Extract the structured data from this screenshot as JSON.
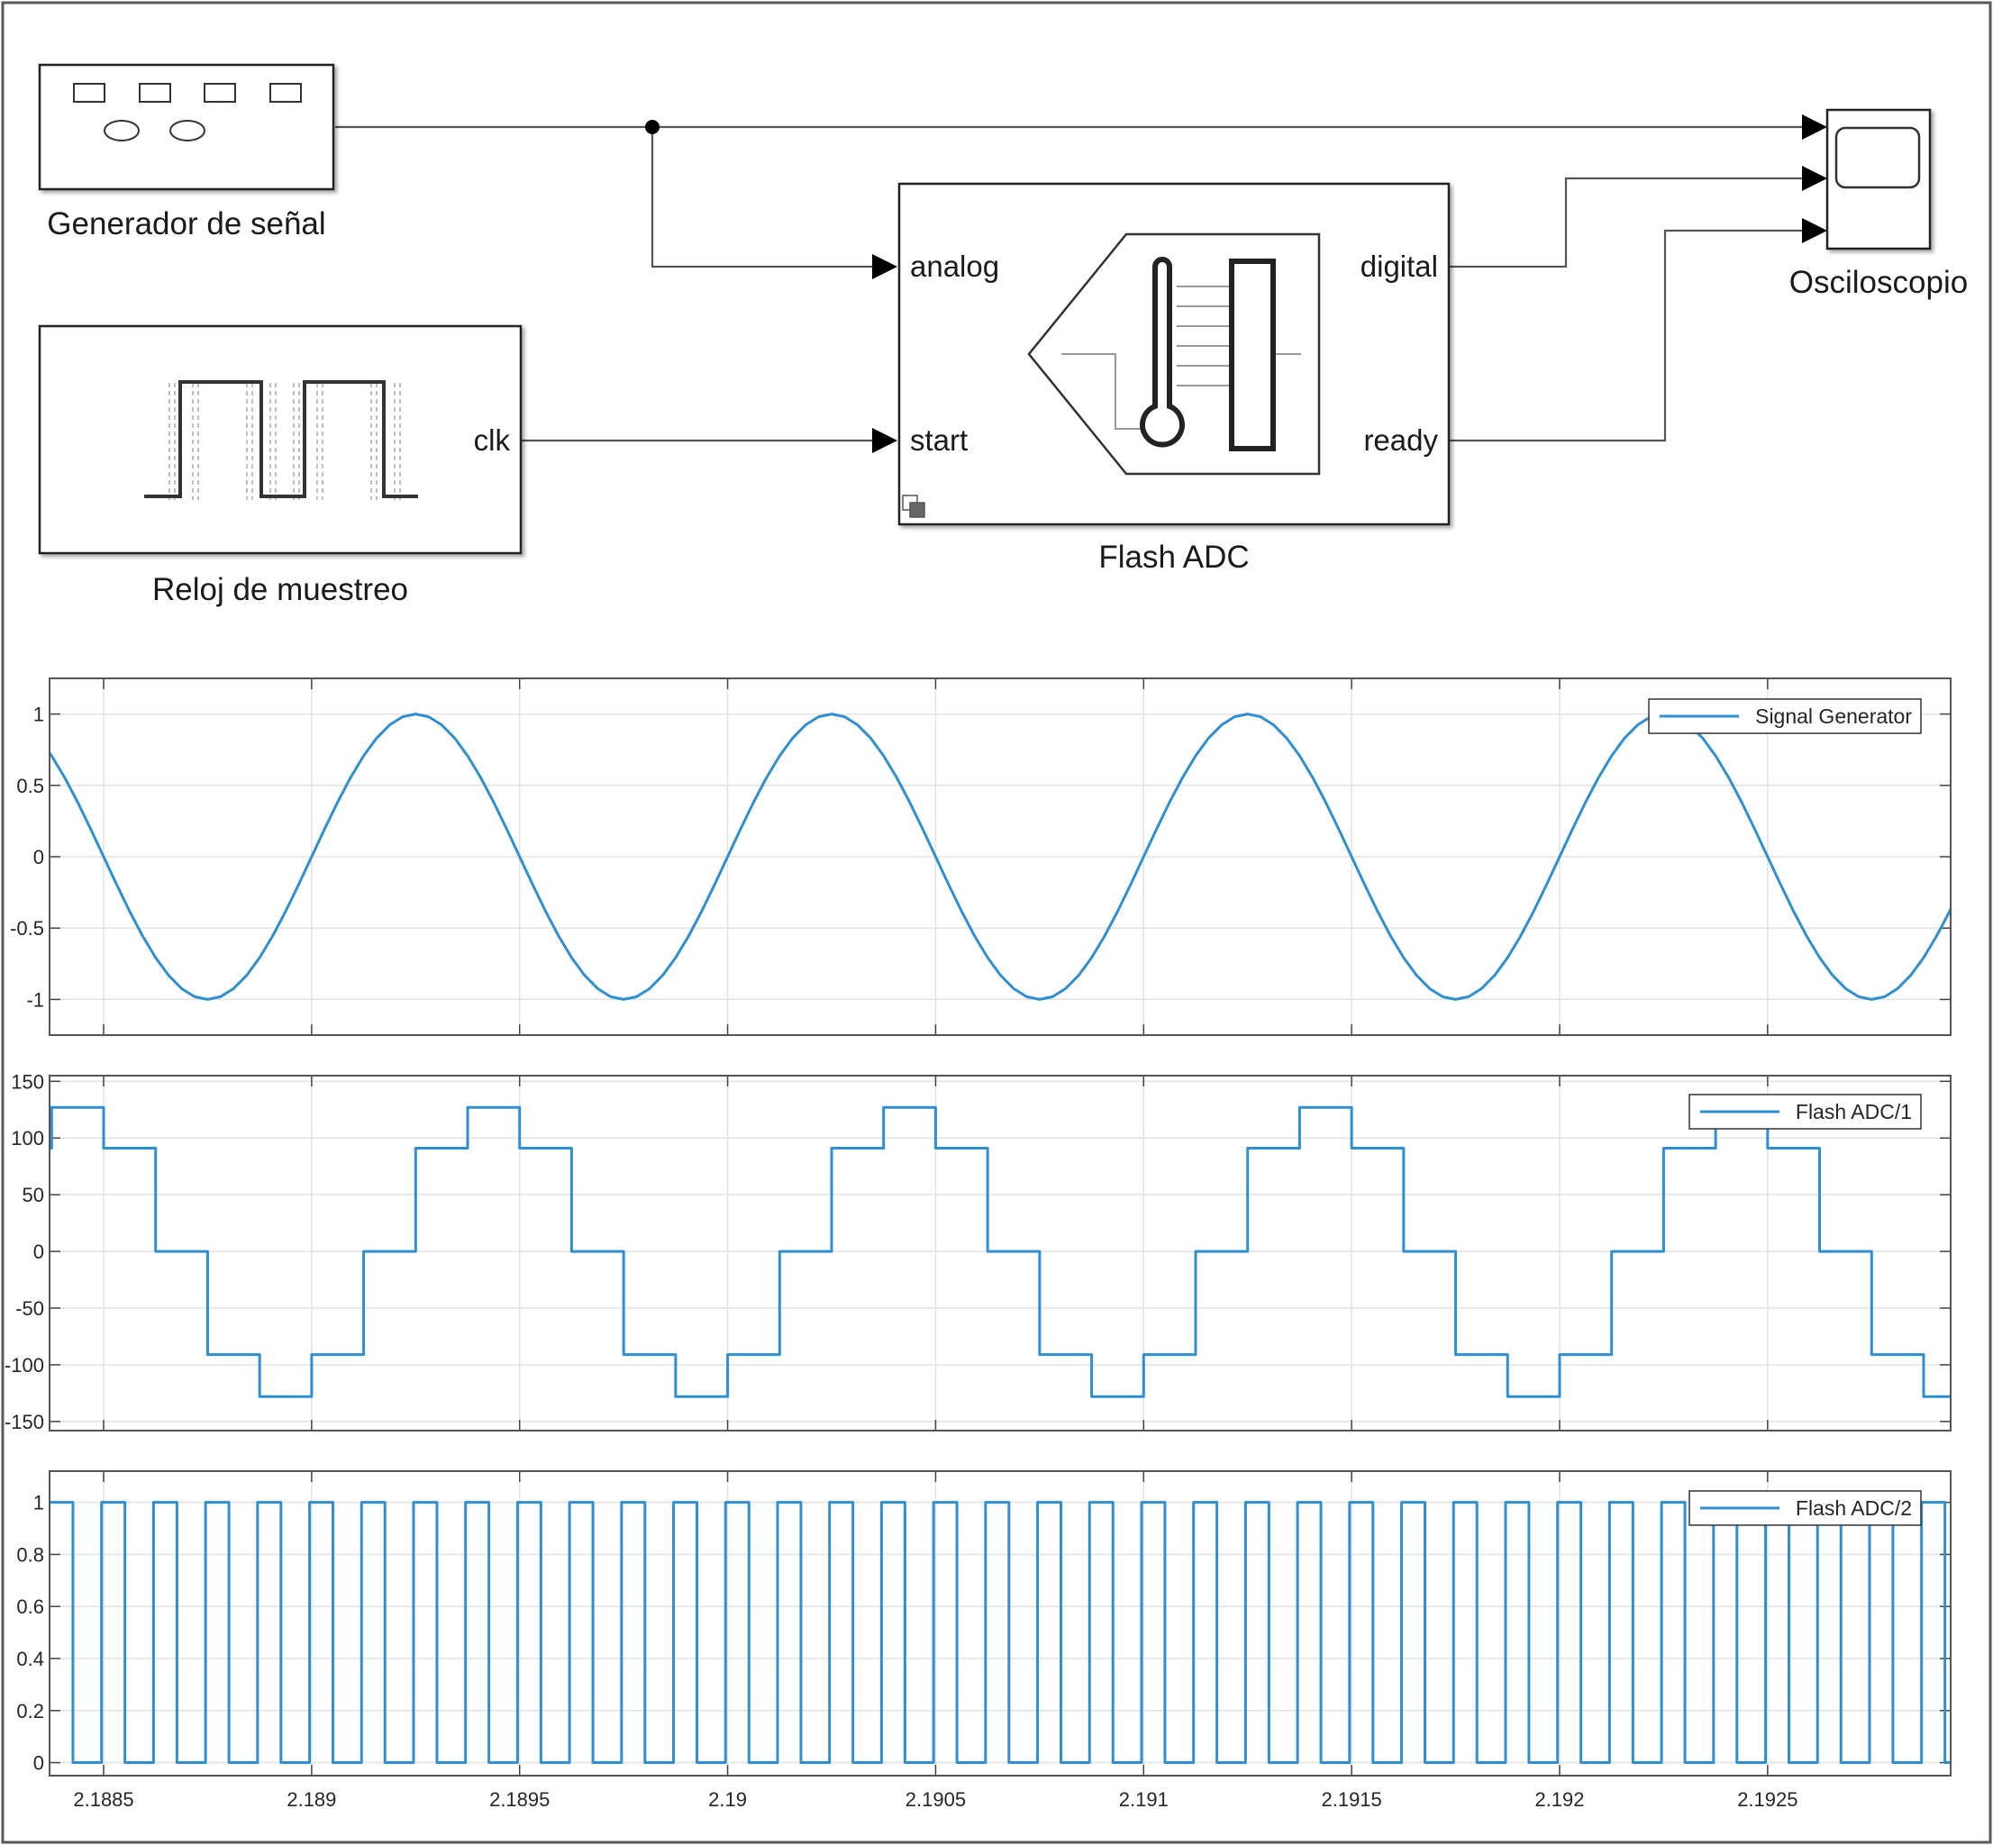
{
  "diagram": {
    "blocks": {
      "signal_generator": "Generador de señal",
      "sample_clock": "Reloj de muestreo",
      "flash_adc": "Flash ADC",
      "oscilloscope": "Osciloscopio"
    },
    "ports": {
      "clk": "clk",
      "analog": "analog",
      "start": "start",
      "digital": "digital",
      "ready": "ready"
    }
  },
  "chart_data": [
    {
      "type": "line",
      "legend": [
        "Signal Generator"
      ],
      "legend_position": "top-right",
      "grid": true,
      "xlim": [
        2.18837,
        2.19294
      ],
      "ylim": [
        -1.25,
        1.25
      ],
      "yticks": [
        -1,
        -0.5,
        0,
        0.5,
        1
      ],
      "ytick_labels": [
        "-1",
        "-0.5",
        "0",
        "0.5",
        "1"
      ],
      "xticks": [
        2.1885,
        2.189,
        2.1895,
        2.19,
        2.1905,
        2.191,
        2.1915,
        2.192,
        2.1925
      ],
      "series": [
        {
          "name": "Signal Generator",
          "color": "#2f8fd1",
          "frequency_hz": 1000,
          "amplitude": 1,
          "peak_times": [
            2.18925,
            2.19025,
            2.19125,
            2.19225
          ],
          "sample_period": 3.125e-05
        }
      ]
    },
    {
      "type": "line",
      "step": true,
      "legend": [
        "Flash ADC/1"
      ],
      "legend_position": "top-right",
      "grid": true,
      "xlim": [
        2.18837,
        2.19294
      ],
      "ylim": [
        -158,
        155
      ],
      "yticks": [
        -150,
        -100,
        -50,
        0,
        50,
        100,
        150
      ],
      "ytick_labels": [
        "-150",
        "-100",
        "-50",
        "0",
        "50",
        "100",
        "150"
      ],
      "xticks": [
        2.1885,
        2.189,
        2.1895,
        2.19,
        2.1905,
        2.191,
        2.1915,
        2.192,
        2.1925
      ],
      "series": [
        {
          "name": "Flash ADC/1",
          "color": "#2f8fd1",
          "levels": [
            -128,
            -91,
            0,
            91,
            127
          ],
          "step_period": 0.000125,
          "period_pattern": [
            91,
            127,
            91,
            0,
            -91,
            -128,
            -91,
            0
          ],
          "pattern_start": 2.19025
        }
      ]
    },
    {
      "type": "line",
      "step": true,
      "legend": [
        "Flash ADC/2"
      ],
      "legend_position": "top-right",
      "grid": true,
      "xlim": [
        2.18837,
        2.19294
      ],
      "ylim": [
        -0.05,
        1.12
      ],
      "yticks": [
        0,
        0.2,
        0.4,
        0.6,
        0.8,
        1
      ],
      "ytick_labels": [
        "0",
        "0.2",
        "0.4",
        "0.6",
        "0.8",
        "1"
      ],
      "xticks": [
        2.1885,
        2.189,
        2.1895,
        2.19,
        2.1905,
        2.191,
        2.1915,
        2.192,
        2.1925
      ],
      "xtick_labels": [
        "2.1885",
        "2.189",
        "2.1895",
        "2.19",
        "2.1905",
        "2.191",
        "2.1915",
        "2.192",
        "2.1925"
      ],
      "series": [
        {
          "name": "Flash ADC/2",
          "color": "#2f8fd1",
          "period": 0.000125,
          "high_fraction": 0.45,
          "rise_times_start": 2.18837,
          "values": [
            0,
            1
          ]
        }
      ]
    }
  ]
}
